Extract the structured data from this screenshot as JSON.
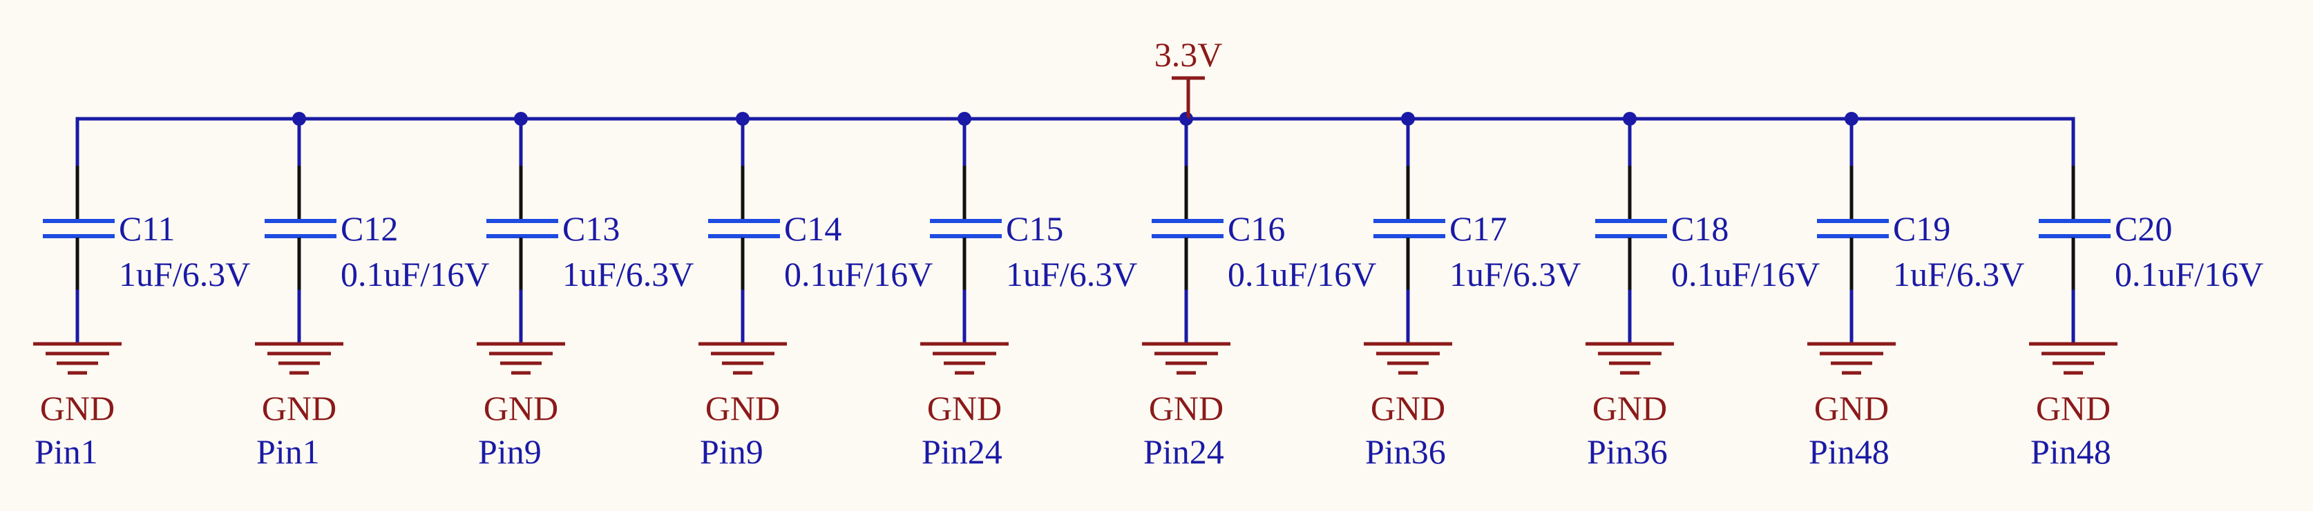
{
  "supply": {
    "label": "3.3V",
    "color": "#8b1a1a"
  },
  "colors": {
    "wire": "#1a1aa6",
    "plate": "#1e4be0",
    "ground": "#8b1a1a",
    "lead": "#111111",
    "background": "#fdfaf3"
  },
  "capacitors": [
    {
      "ref": "C11",
      "value": "1uF/6.3V",
      "gnd": "GND",
      "pin": "Pin1"
    },
    {
      "ref": "C12",
      "value": "0.1uF/16V",
      "gnd": "GND",
      "pin": "Pin1"
    },
    {
      "ref": "C13",
      "value": "1uF/6.3V",
      "gnd": "GND",
      "pin": "Pin9"
    },
    {
      "ref": "C14",
      "value": "0.1uF/16V",
      "gnd": "GND",
      "pin": "Pin9"
    },
    {
      "ref": "C15",
      "value": "1uF/6.3V",
      "gnd": "GND",
      "pin": "Pin24"
    },
    {
      "ref": "C16",
      "value": "0.1uF/16V",
      "gnd": "GND",
      "pin": "Pin24"
    },
    {
      "ref": "C17",
      "value": "1uF/6.3V",
      "gnd": "GND",
      "pin": "Pin36"
    },
    {
      "ref": "C18",
      "value": "0.1uF/16V",
      "gnd": "GND",
      "pin": "Pin36"
    },
    {
      "ref": "C19",
      "value": "1uF/6.3V",
      "gnd": "GND",
      "pin": "Pin48"
    },
    {
      "ref": "C20",
      "value": "0.1uF/16V",
      "gnd": "GND",
      "pin": "Pin48"
    }
  ]
}
